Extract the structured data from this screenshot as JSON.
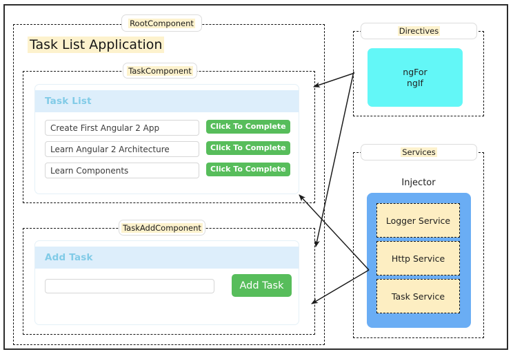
{
  "diagram": {
    "title": "Task List Application",
    "groups": {
      "root": "RootComponent",
      "task": "TaskComponent",
      "taskAdd": "TaskAddComponent",
      "directives": "Directives",
      "services": "Services"
    }
  },
  "task_panel": {
    "header": "Task List",
    "tasks": [
      {
        "name": "Create First Angular 2 App",
        "button": "Click To Complete"
      },
      {
        "name": "Learn Angular 2 Architecture",
        "button": "Click To Complete"
      },
      {
        "name": "Learn Components",
        "button": "Click To Complete"
      }
    ]
  },
  "add_panel": {
    "header": "Add Task",
    "input_value": "",
    "input_placeholder": "",
    "button": "Add Task"
  },
  "directives": {
    "items": [
      "ngFor",
      "ngIf"
    ]
  },
  "services": {
    "injector_label": "Injector",
    "items": [
      "Logger Service",
      "Http Service",
      "Task Service"
    ]
  },
  "colors": {
    "highlight": "#fdf2cd",
    "panel_header": "#ddeefb",
    "panel_header_text": "#81cbe7",
    "green_button": "#57bd5b",
    "directives_fill": "#63f7f7",
    "injector_fill": "#6aadf4",
    "service_fill": "#fdeec2",
    "frame": "#2b2b2b"
  }
}
